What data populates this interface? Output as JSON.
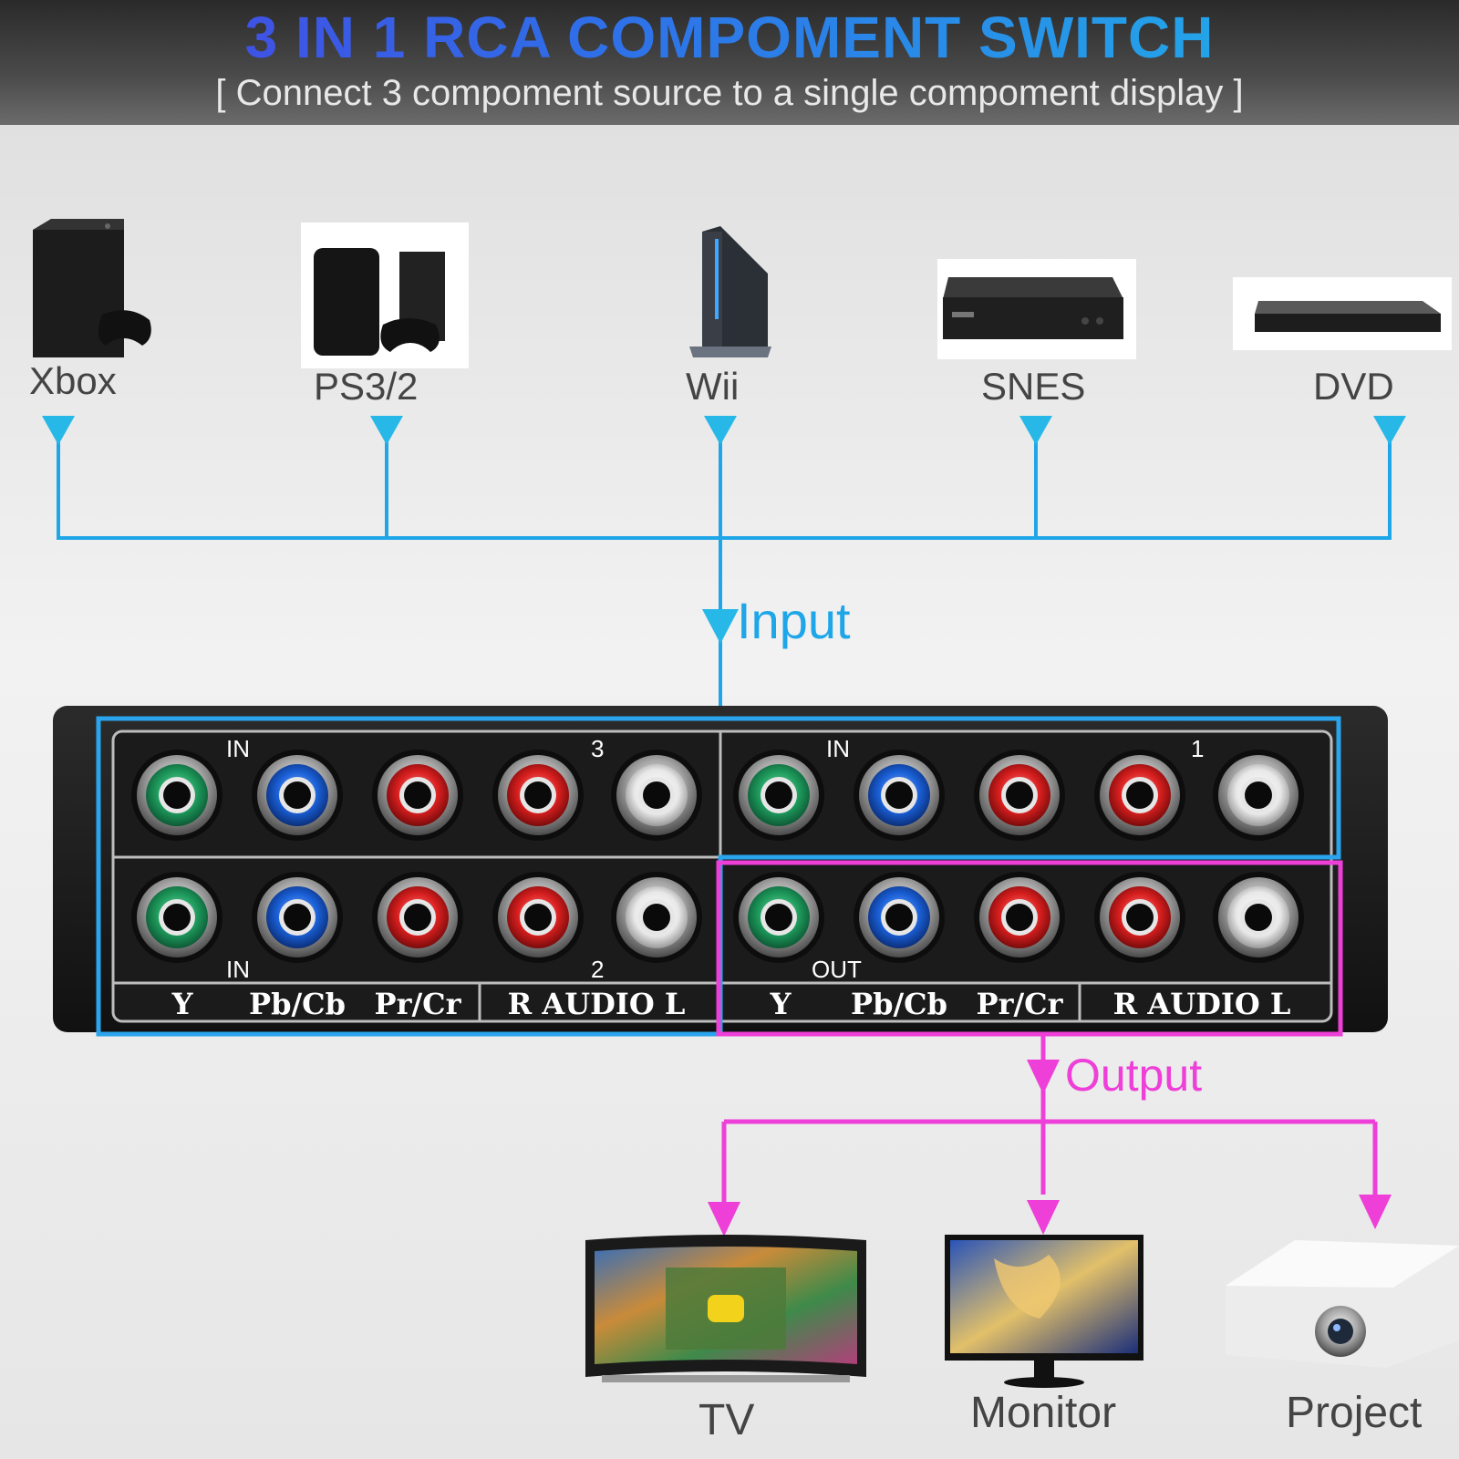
{
  "header": {
    "title": "3 IN 1 RCA COMPOMENT SWITCH",
    "subtitle": "[ Connect 3 compoment source to a single compoment display ]"
  },
  "sources": [
    "Xbox",
    "PS3/2",
    "Wii",
    "SNES",
    "DVD"
  ],
  "flow": {
    "input_label": "Input",
    "output_label": "Output"
  },
  "panel": {
    "port_labels": {
      "in": "IN",
      "out": "OUT",
      "in3_number": "3",
      "in1_number": "1",
      "in2_number": "2"
    },
    "bottom_labels": {
      "left": [
        "Y",
        "Pb/Cb",
        "Pr/Cr",
        "R AUDIO L"
      ],
      "right": [
        "Y",
        "Pb/Cb",
        "Pr/Cr",
        "R AUDIO L"
      ]
    },
    "jack_colors": [
      "green",
      "blue",
      "red",
      "red",
      "white"
    ]
  },
  "outputs": [
    "TV",
    "Monitor",
    "Project"
  ],
  "colors": {
    "input_line": "#1fa6e8",
    "output_line": "#ee3fd8",
    "title_gradient_start": "#4a3fe0",
    "title_gradient_end": "#1fb8e8"
  }
}
